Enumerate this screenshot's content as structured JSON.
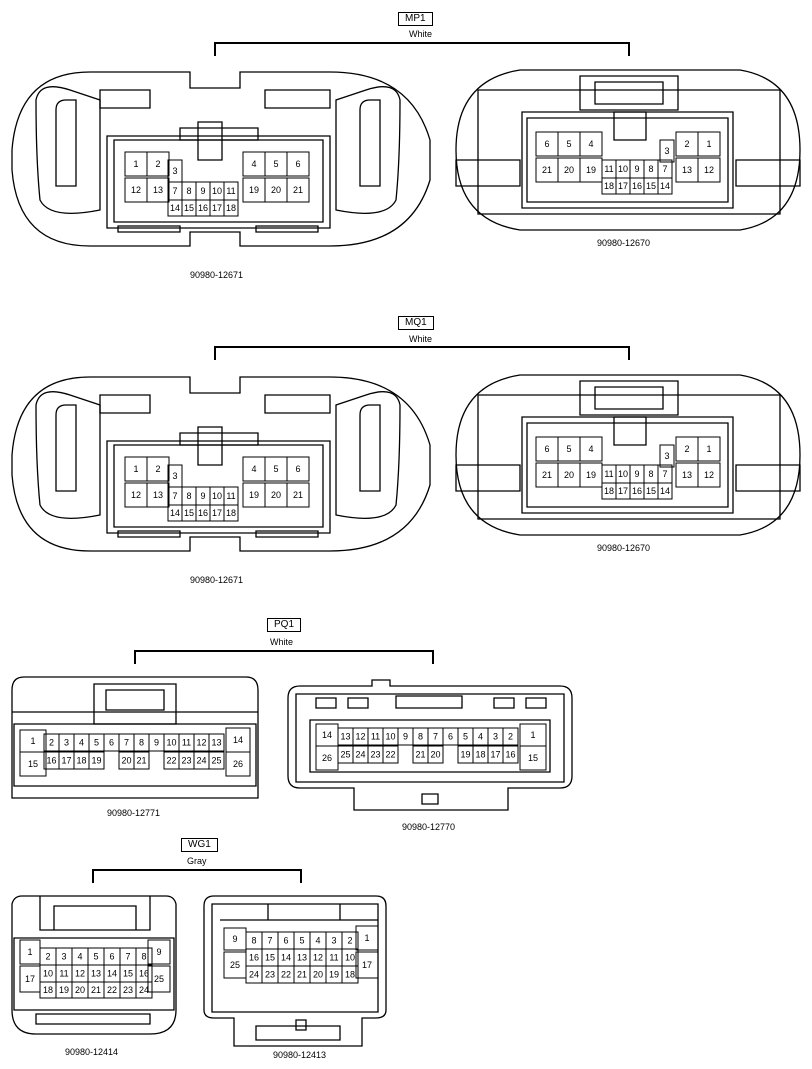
{
  "groups": [
    {
      "code": "MP1",
      "color": "White",
      "left": {
        "part": "90980-12671"
      },
      "right": {
        "part": "90980-12670"
      }
    },
    {
      "code": "MQ1",
      "color": "White",
      "left": {
        "part": "90980-12671"
      },
      "right": {
        "part": "90980-12670"
      }
    },
    {
      "code": "PQ1",
      "color": "White",
      "left": {
        "part": "90980-12771"
      },
      "right": {
        "part": "90980-12770"
      }
    },
    {
      "code": "WG1",
      "color": "Gray",
      "left": {
        "part": "90980-12414"
      },
      "right": {
        "part": "90980-12413"
      }
    }
  ],
  "pins": {
    "c12671": [
      "1",
      "2",
      "3",
      "4",
      "5",
      "6",
      "12",
      "13",
      "7",
      "8",
      "9",
      "10",
      "11",
      "19",
      "20",
      "21",
      "14",
      "15",
      "16",
      "17",
      "18"
    ],
    "c12670": [
      "6",
      "5",
      "4",
      "3",
      "2",
      "1",
      "21",
      "20",
      "19",
      "11",
      "10",
      "9",
      "8",
      "7",
      "13",
      "12",
      "18",
      "17",
      "16",
      "15",
      "14"
    ],
    "c12771": [
      "1",
      "2",
      "3",
      "4",
      "5",
      "6",
      "7",
      "8",
      "9",
      "10",
      "11",
      "12",
      "13",
      "14",
      "15",
      "16",
      "17",
      "18",
      "19",
      "20",
      "21",
      "22",
      "23",
      "24",
      "25",
      "26"
    ],
    "c12770": [
      "14",
      "13",
      "12",
      "11",
      "10",
      "9",
      "8",
      "7",
      "6",
      "5",
      "4",
      "3",
      "2",
      "1",
      "26",
      "25",
      "24",
      "23",
      "22",
      "21",
      "20",
      "19",
      "18",
      "17",
      "16",
      "15"
    ],
    "c12414": [
      "1",
      "2",
      "3",
      "4",
      "5",
      "6",
      "7",
      "8",
      "9",
      "17",
      "10",
      "11",
      "12",
      "13",
      "14",
      "15",
      "16",
      "25",
      "18",
      "19",
      "20",
      "21",
      "22",
      "23",
      "24"
    ],
    "c12413": [
      "9",
      "8",
      "7",
      "6",
      "5",
      "4",
      "3",
      "2",
      "1",
      "25",
      "16",
      "15",
      "14",
      "13",
      "12",
      "11",
      "10",
      "17",
      "24",
      "23",
      "22",
      "21",
      "20",
      "19",
      "18"
    ]
  }
}
